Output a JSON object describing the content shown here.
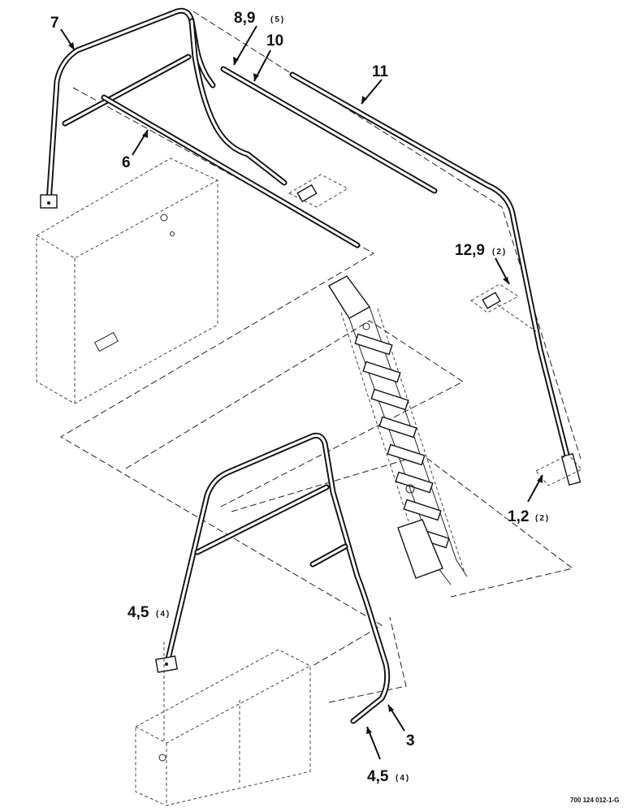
{
  "callouts": {
    "c7": "7",
    "c89": "8,9",
    "c89_qty": "(5)",
    "c10": "10",
    "c11": "11",
    "c6": "6",
    "c129": "12,9",
    "c129_qty": "(2)",
    "c12": "1,2",
    "c12_qty": "(2)",
    "c45a": "4,5",
    "c45a_qty": "(4)",
    "c3": "3",
    "c45b": "4,5",
    "c45b_qty": "(4)"
  },
  "figure_number": "700 124 012-1-G"
}
